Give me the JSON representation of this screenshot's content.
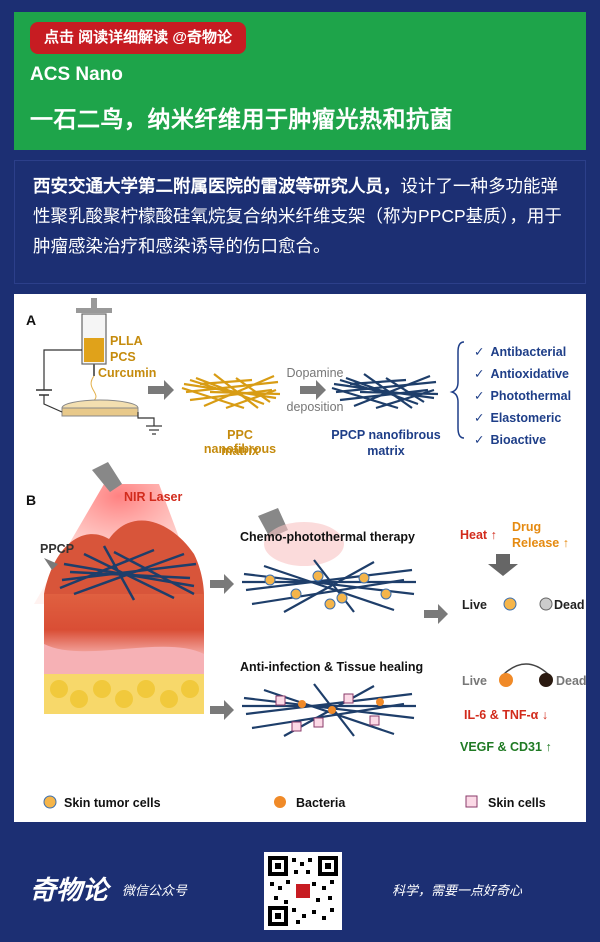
{
  "header": {
    "tag": "点击 阅读详细解读 @奇物论",
    "journal": "ACS Nano",
    "headline": "一石二鸟，纳米纤维用于肿瘤光热和抗菌"
  },
  "intro": {
    "bold": "西安交通大学第二附属医院的雷波等研究人员，",
    "rest": "设计了一种多功能弹性聚乳酸聚柠檬酸硅氧烷复合纳米纤维支架（称为PPCP基质），用于肿瘤感染治疗和感染诱导的伤口愈合。"
  },
  "panelA": {
    "label": "A",
    "syringe_lines": [
      "PLLA",
      "PCS",
      "Curcumin"
    ],
    "ppc_label": [
      "PPC nanofibrous",
      "matrix"
    ],
    "process": [
      "Dopamine",
      "deposition"
    ],
    "ppcp_label": [
      "PPCP nanofibrous",
      "matrix"
    ],
    "properties": [
      "Antibacterial",
      "Antioxidative",
      "Photothermal",
      "Elastomeric",
      "Bioactive"
    ]
  },
  "panelB": {
    "label": "B",
    "laser": "NIR Laser",
    "ppcp": "PPCP",
    "therapy1": "Chemo-photothermal therapy",
    "heat": "Heat",
    "drug_release": [
      "Drug",
      "Release"
    ],
    "live": "Live",
    "dead": "Dead",
    "therapy2": "Anti-infection & Tissue healing",
    "il6": "IL-6 & TNF-α",
    "vegf": "VEGF & CD31",
    "legend": [
      "Skin tumor cells",
      "Bacteria",
      "Skin cells"
    ]
  },
  "footer": {
    "brand": "奇物论",
    "brand_sub": "微信公众号",
    "slogan": "科学，需要一点好奇心"
  },
  "colors": {
    "green": "#1ea44a",
    "navy": "#1c2f73",
    "red_tag": "#c71c22",
    "fiber_gold": "#d89c14",
    "fiber_navy": "#1e3e6a"
  }
}
